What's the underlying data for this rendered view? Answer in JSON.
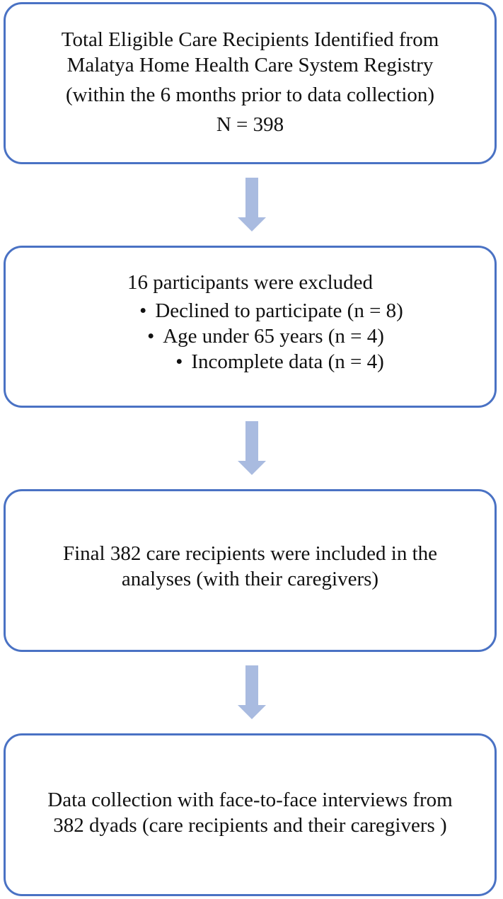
{
  "colors": {
    "box_border": "#4a72c4",
    "arrow_fill": "#a9bbe0",
    "text": "#111111"
  },
  "boxes": {
    "eligible": {
      "lines": [
        "Total Eligible Care Recipients Identified from",
        "Malatya Home Health Care System Registry",
        "(within the 6 months prior to data collection)",
        "N = 398"
      ]
    },
    "excluded": {
      "title": "16 participants were excluded",
      "bullets": [
        "Declined to participate (n = 8)",
        "Age under 65 years (n = 4)",
        "Incomplete data (n = 4)"
      ]
    },
    "final": {
      "lines": [
        "Final 382 care recipients were included in the",
        "analyses (with their caregivers)"
      ]
    },
    "collection": {
      "lines": [
        "Data collection with face-to-face interviews from",
        "382 dyads (care recipients and their caregivers )"
      ]
    }
  },
  "bullet_symbol": "•",
  "arrows": [
    "down-arrow",
    "down-arrow",
    "down-arrow"
  ]
}
